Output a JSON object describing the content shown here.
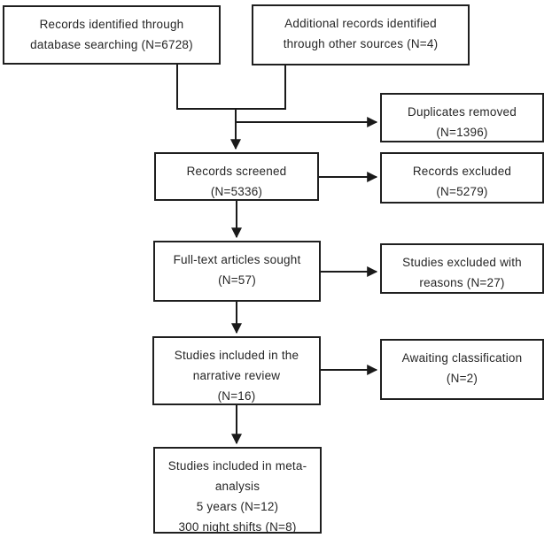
{
  "diagram_type": "study-selection-flowchart",
  "colors": {
    "background": "#ffffff",
    "box_border": "#1f1f1f",
    "text": "#262626",
    "line": "#1a1a1a"
  },
  "nodes": {
    "records_identified": {
      "lines": [
        "Records identified through",
        "database searching (N=6728)"
      ]
    },
    "additional_records": {
      "lines": [
        "Additional records identified",
        "through other sources (N=4)"
      ]
    },
    "duplicates_removed": {
      "lines": [
        "Duplicates removed",
        "(N=1396)"
      ]
    },
    "records_screened": {
      "lines": [
        "Records screened",
        "(N=5336)"
      ]
    },
    "records_excluded": {
      "lines": [
        "Records excluded",
        "(N=5279)"
      ]
    },
    "fulltext_sought": {
      "lines": [
        "Full-text articles sought",
        "(N=57)"
      ]
    },
    "studies_excluded": {
      "lines": [
        "Studies excluded with",
        "reasons (N=27)"
      ]
    },
    "narrative_review": {
      "lines": [
        "Studies included in the",
        "narrative review",
        "(N=16)"
      ]
    },
    "awaiting_classification": {
      "lines": [
        "Awaiting classification",
        "(N=2)"
      ]
    },
    "meta_analysis": {
      "lines": [
        "Studies included in meta-",
        "analysis",
        "5 years (N=12)",
        "300 night shifts (N=8)"
      ]
    }
  }
}
